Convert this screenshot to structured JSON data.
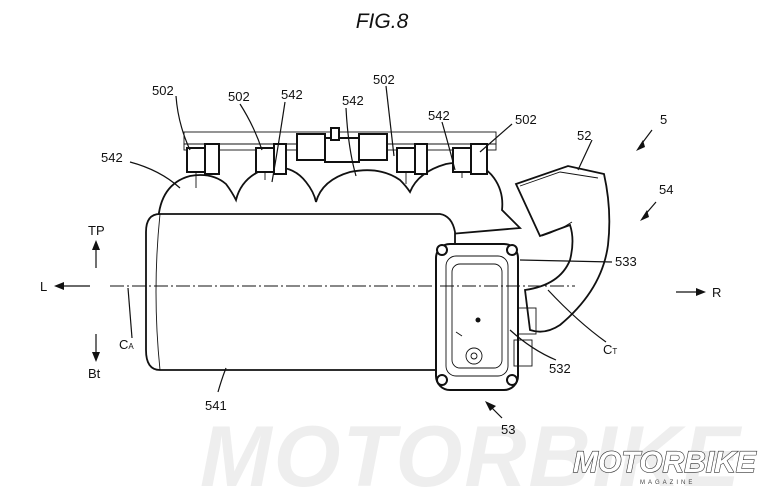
{
  "figure": {
    "title": "FIG.8"
  },
  "labels": {
    "l502a": "502",
    "l502b": "502",
    "l502c": "502",
    "l502d": "502",
    "l542a": "542",
    "l542b": "542",
    "l542c": "542",
    "l542d": "542",
    "l5": "5",
    "l52": "52",
    "l54": "54",
    "l533": "533",
    "l532": "532",
    "l53": "53",
    "l541": "541",
    "tp": "TP",
    "bt": "Bt",
    "left": "L",
    "right": "R",
    "ca_main": "C",
    "ca_sub": "A",
    "ct_main": "C",
    "ct_sub": "T"
  },
  "watermark": {
    "background_text": "MOTORBIKE",
    "logo": "MOTORBIKE",
    "logo_sub": "MAGAZINE"
  }
}
